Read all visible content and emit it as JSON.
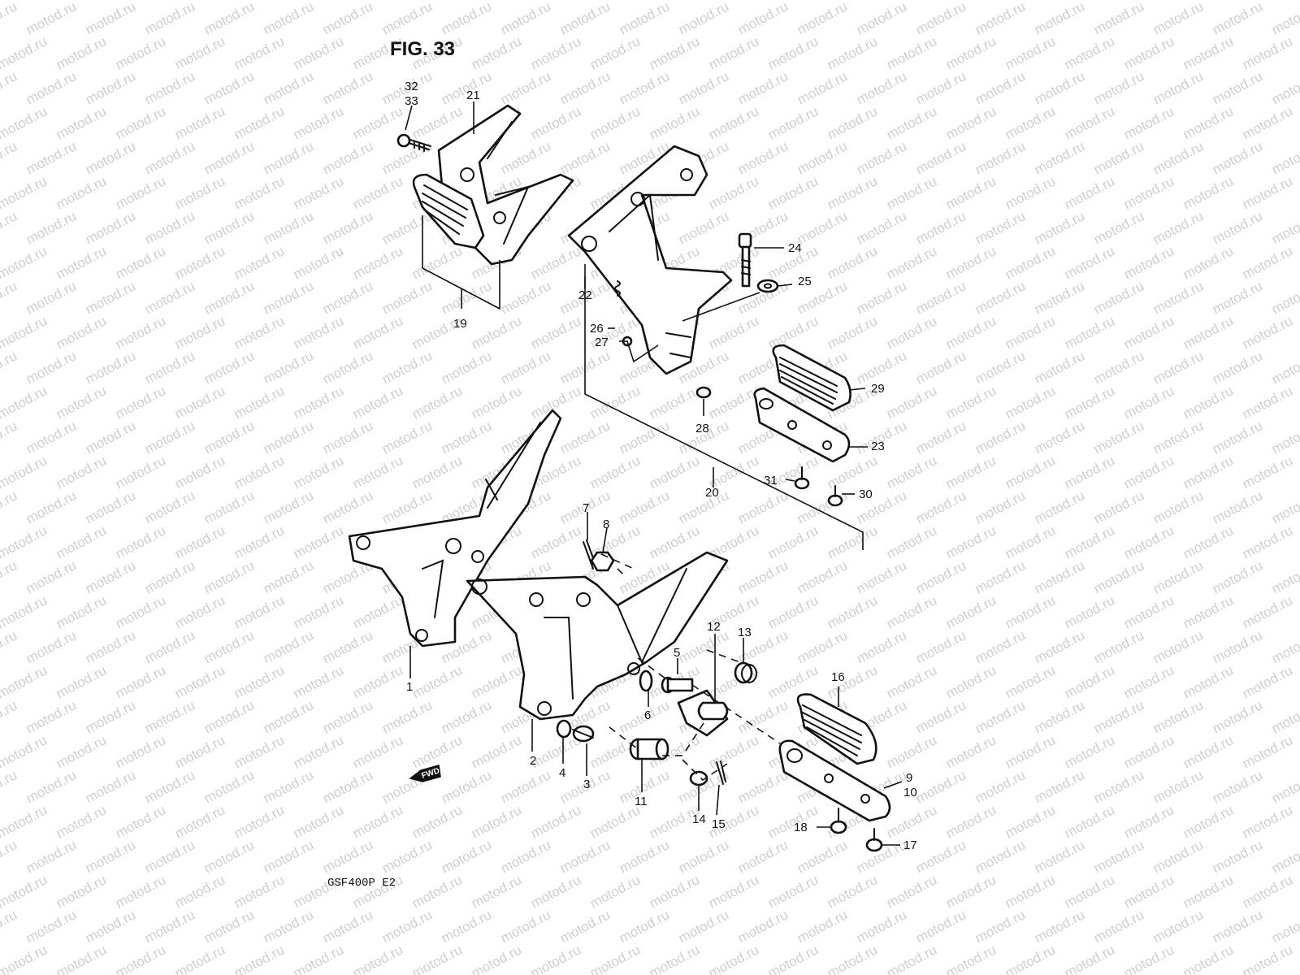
{
  "figure_title": "FIG. 33",
  "model_code": "GSF400P  E2",
  "watermark": "motod.ru",
  "forward_marker": "FWD",
  "labels": {
    "l1": "1",
    "l2": "2",
    "l3": "3",
    "l4": "4",
    "l5": "5",
    "l6": "6",
    "l7": "7",
    "l8": "8",
    "l9": "9",
    "l10": "10",
    "l11": "11",
    "l12": "12",
    "l13": "13",
    "l14": "14",
    "l15": "15",
    "l16": "16",
    "l17": "17",
    "l18": "18",
    "l19": "19",
    "l20": "20",
    "l21": "21",
    "l22": "22",
    "l23": "23",
    "l24": "24",
    "l25": "25",
    "l26": "26",
    "l27": "27",
    "l28": "28",
    "l29": "29",
    "l30": "30",
    "l31": "31",
    "l32": "32",
    "l33": "33"
  }
}
